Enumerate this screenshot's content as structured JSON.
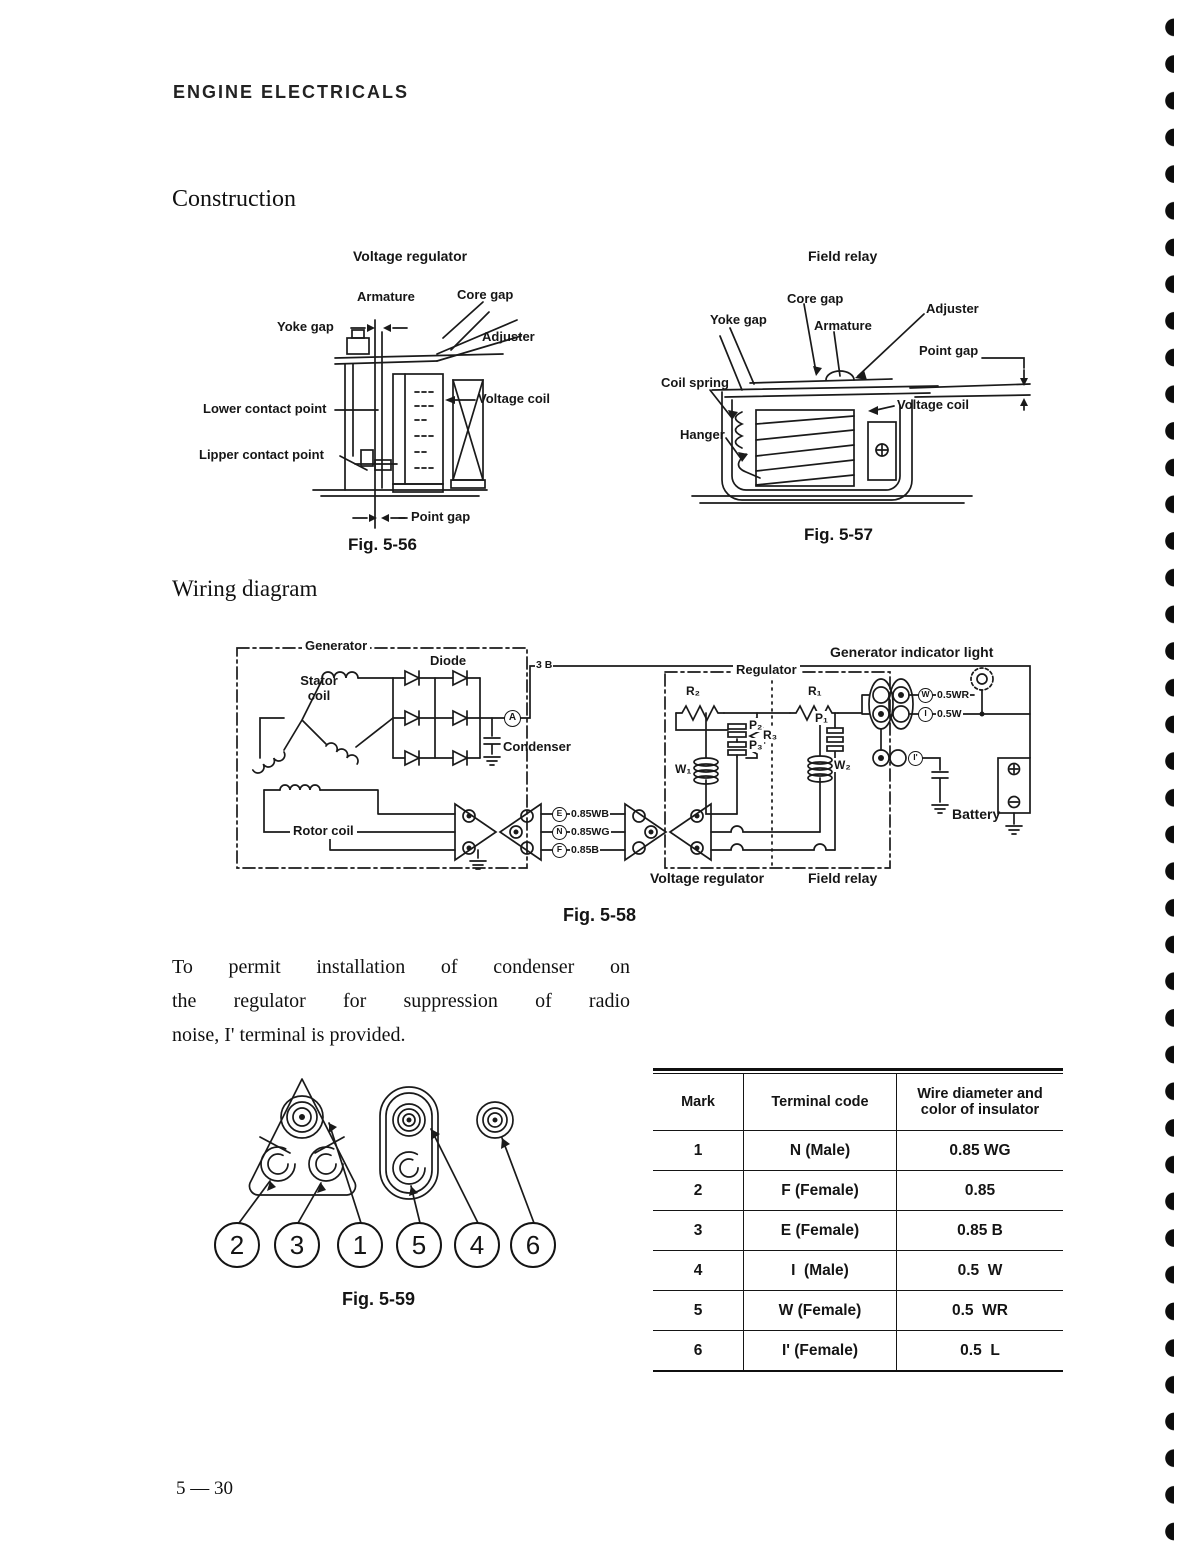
{
  "page": {
    "header": "ENGINE ELECTRICALS",
    "page_number": "5 — 30"
  },
  "headings": {
    "construction": "Construction",
    "wiring": "Wiring diagram"
  },
  "fig56": {
    "title": "Voltage regulator",
    "caption": "Fig. 5-56",
    "labels": {
      "armature": "Armature",
      "core_gap": "Core gap",
      "yoke_gap": "Yoke gap",
      "adjuster": "Adjuster",
      "lower_contact": "Lower contact point",
      "voltage_coil": "Voltage coil",
      "lipper_contact": "Lipper contact point",
      "point_gap": "Point gap"
    }
  },
  "fig57": {
    "title": "Field relay",
    "caption": "Fig. 5-57",
    "labels": {
      "core_gap": "Core gap",
      "adjuster": "Adjuster",
      "yoke_gap": "Yoke gap",
      "armature": "Armature",
      "point_gap": "Point gap",
      "coil_spring": "Coil spring",
      "voltage_coil": "Voltage coil",
      "hanger": "Hanger"
    }
  },
  "fig58": {
    "caption": "Fig. 5-58",
    "generator": "Generator",
    "regulator": "Regulator",
    "labels": {
      "indicator": "Generator indicator light",
      "diode": "Diode",
      "stator": "Stator coil",
      "condenser": "Condenser",
      "rotor": "Rotor coil",
      "battery": "Battery",
      "voltage_regulator": "Voltage regulator",
      "field_relay": "Field relay",
      "wire_3b": "3 B",
      "terminal_a": "A",
      "r1": "R₁",
      "r2": "R₂",
      "r3": "R₃",
      "p1": "P₁",
      "p2": "P₂",
      "p3": "P₃",
      "w1": "W₁",
      "w2": "W₂"
    },
    "wires": [
      {
        "terminal": "E",
        "code": "0.85WB"
      },
      {
        "terminal": "N",
        "code": "0.85WG"
      },
      {
        "terminal": "F",
        "code": "0.85B"
      }
    ],
    "terminals": [
      {
        "letter": "W",
        "code": "0.5WR"
      },
      {
        "letter": "I",
        "code": "0.5W"
      },
      {
        "letter": "I'",
        "code": ""
      }
    ]
  },
  "paragraph": {
    "lines": [
      "To permit installation of condenser on",
      "the regulator for suppression of radio",
      "noise, I' terminal is provided."
    ]
  },
  "fig59": {
    "caption": "Fig. 5-59",
    "marks": [
      "2",
      "3",
      "1",
      "5",
      "4",
      "6"
    ]
  },
  "table": {
    "headers": [
      "Mark",
      "Terminal code",
      "Wire diameter and color of insulator"
    ],
    "rows": [
      [
        "1",
        "N (Male)",
        "0.85 WG"
      ],
      [
        "2",
        "F (Female)",
        "0.85"
      ],
      [
        "3",
        "E (Female)",
        "0.85 B"
      ],
      [
        "4",
        "I  (Male)",
        "0.5  W"
      ],
      [
        "5",
        "W (Female)",
        "0.5  WR"
      ],
      [
        "6",
        "I' (Female)",
        "0.5  L"
      ]
    ]
  }
}
